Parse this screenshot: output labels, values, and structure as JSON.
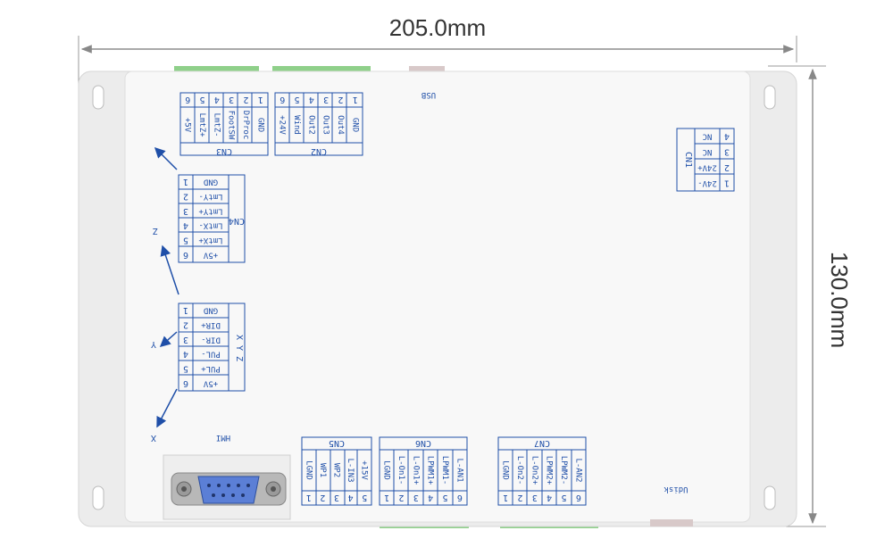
{
  "dimensions": {
    "width": "205.0mm",
    "height": "130.0mm"
  },
  "colors": {
    "board": "#f6f6f6",
    "frame": "#ececec",
    "ink": "#1f4fa8",
    "dim": "#888888",
    "terminal": "#8fd08a"
  },
  "usb_label": "USB",
  "hmi_label": "HMI",
  "udisk_label": "Udisk",
  "axes": {
    "z": "Z",
    "y": "Y",
    "x": "X"
  },
  "cn3": {
    "title": "CN3",
    "pins": [
      "6",
      "5",
      "4",
      "3",
      "2",
      "1"
    ],
    "signals": [
      "+5V",
      "LmtZ+",
      "LmtZ-",
      "FootSW",
      "DrProc",
      "GND"
    ]
  },
  "cn2": {
    "title": "CN2",
    "pins": [
      "6",
      "5",
      "4",
      "3",
      "2",
      "1"
    ],
    "signals": [
      "+24V",
      "Wind",
      "Out2",
      "Out3",
      "Out4",
      "GND"
    ]
  },
  "cn1": {
    "title": "CN1",
    "pins": [
      "4",
      "3",
      "2",
      "1"
    ],
    "signals": [
      "NC",
      "NC",
      "24V+",
      "24V-"
    ]
  },
  "cn4": {
    "title": "CN4",
    "pins": [
      "1",
      "2",
      "3",
      "4",
      "5",
      "6"
    ],
    "signals": [
      "GND",
      "LmtY-",
      "LmtY+",
      "LmtX-",
      "LmtX+",
      "+5V"
    ]
  },
  "xyz": {
    "title": "X Y Z",
    "pins": [
      "1",
      "2",
      "3",
      "4",
      "5",
      "6"
    ],
    "signals": [
      "GND",
      "DIR+",
      "DIR-",
      "PUL-",
      "PUL+",
      "+5V"
    ]
  },
  "cn5": {
    "title": "CN5",
    "pins": [
      "1",
      "2",
      "3",
      "4",
      "5"
    ],
    "signals": [
      "LGND",
      "WP1",
      "WP2",
      "L-IN3",
      "+15V"
    ]
  },
  "cn6": {
    "title": "CN6",
    "pins": [
      "1",
      "2",
      "3",
      "4",
      "5",
      "6"
    ],
    "signals": [
      "LGND",
      "L-On1-",
      "L-On1+",
      "LPWM1+",
      "LPWM1-",
      "L-AN1"
    ]
  },
  "cn7": {
    "title": "CN7",
    "pins": [
      "1",
      "2",
      "3",
      "4",
      "5",
      "6"
    ],
    "signals": [
      "LGND",
      "L-On2-",
      "L-On2+",
      "LPWM2+",
      "LPWM2-",
      "L-AN2"
    ]
  }
}
